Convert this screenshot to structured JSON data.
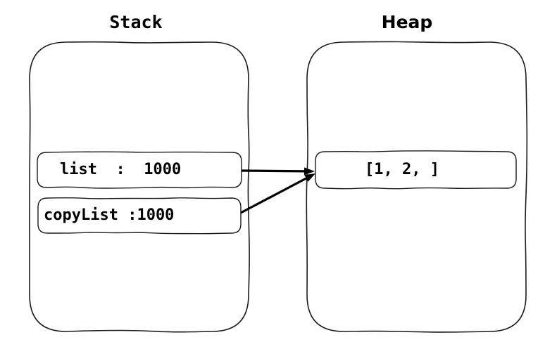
{
  "page": {
    "background": "#ffffff"
  },
  "colors": {
    "outline_stroke": "#1c1c1c",
    "arrow_color": "#000000",
    "text_color": "#000000"
  },
  "stack": {
    "title": "Stack",
    "variables": [
      {
        "name": "list",
        "value": "1000",
        "display": "list  :  1000"
      },
      {
        "name": "copyList",
        "value": "1000",
        "display": "copyList :1000"
      }
    ]
  },
  "heap": {
    "title": "Heap",
    "objects": [
      {
        "display": "[1, 2, ]",
        "values": [
          1,
          2
        ]
      }
    ]
  },
  "pointers": [
    {
      "from": "list",
      "to": "heap-object"
    },
    {
      "from": "copyList",
      "to": "heap-object"
    }
  ]
}
